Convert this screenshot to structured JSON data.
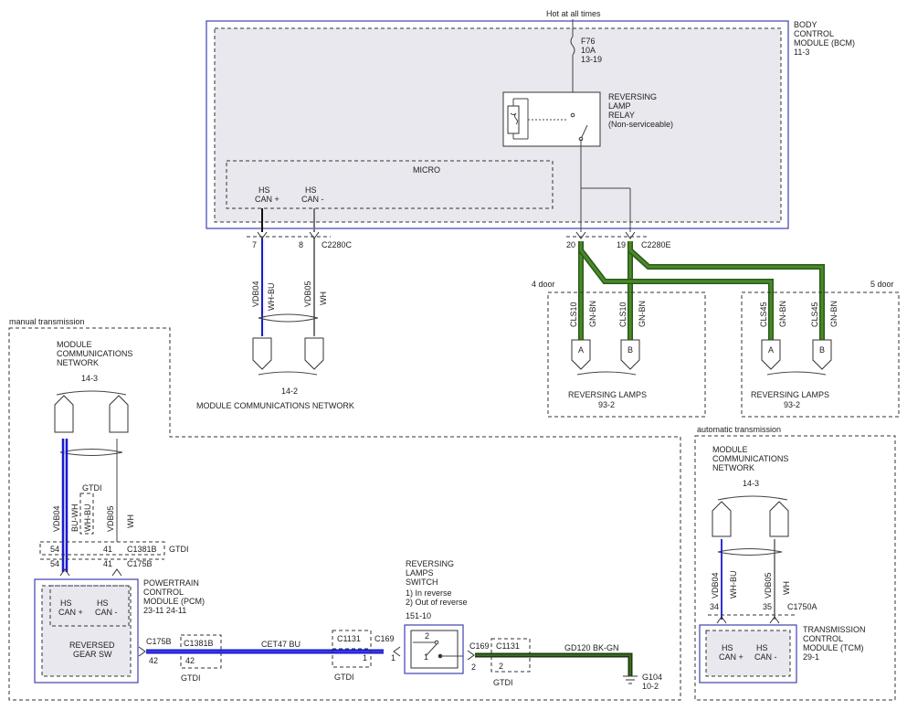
{
  "colors": {
    "module_border": "#4040b0",
    "module_fill": "#e8e8ee",
    "wire_blue": "#1a1ad0",
    "wire_green_dark": "#2a5a18",
    "wire_green": "#4a8a2a",
    "line": "#333333"
  },
  "bcm": {
    "hot_label": "Hot at all times",
    "title": [
      "BODY",
      "CONTROL",
      "MODULE (BCM)",
      "11-3"
    ],
    "fuse": [
      "F76",
      "10A",
      "13-19"
    ],
    "relay": [
      "REVERSING",
      "LAMP",
      "RELAY",
      "(Non-serviceable)"
    ],
    "micro": "MICRO",
    "can_high": [
      "HS",
      "CAN +"
    ],
    "can_low": [
      "HS",
      "CAN -"
    ]
  },
  "bcm_can": {
    "pin7": "7",
    "pin8": "8",
    "connector": "C2280C",
    "wire1_code": "VDB04",
    "wire1_color": "WH-BU",
    "wire2_code": "VDB05",
    "wire2_color": "WH",
    "ref": "14-2",
    "label": "MODULE COMMUNICATIONS NETWORK"
  },
  "bcm_lamp": {
    "pin20": "20",
    "pin19": "19",
    "connector": "C2280E"
  },
  "four_door": {
    "title": "4 door",
    "wire1_code": "CLS10",
    "wire1_color": "GN-BN",
    "wire2_code": "CLS10",
    "wire2_color": "GN-BN",
    "conn_a": "A",
    "conn_b": "B",
    "label": "REVERSING LAMPS",
    "ref": "93-2"
  },
  "five_door": {
    "title": "5 door",
    "wire1_code": "CLS45",
    "wire1_color": "GN-BN",
    "wire2_code": "CLS45",
    "wire2_color": "GN-BN",
    "conn_a": "A",
    "conn_b": "B",
    "label": "REVERSING LAMPS",
    "ref": "93-2"
  },
  "manual": {
    "title": "manual transmission",
    "network": [
      "MODULE",
      "COMMUNICATIONS",
      "NETWORK"
    ],
    "network_ref": "14-3",
    "gtdi": "GTDI",
    "wire1_code": "VDB04",
    "wire1_color": "BU-WH",
    "wire2_color": "WH-BU",
    "wire3_code": "VDB05",
    "wire3_color": "WH",
    "pin54a": "54",
    "pin41a": "41",
    "c1381b": "C1381B",
    "pin54b": "54",
    "pin41b": "41",
    "c175b": "C175B",
    "pcm": [
      "POWERTRAIN",
      "CONTROL",
      "MODULE (PCM)",
      "23-11   24-11"
    ],
    "can_high": [
      "HS",
      "CAN +"
    ],
    "can_low": [
      "HS",
      "CAN -"
    ],
    "gear_sw": [
      "REVERSED",
      "GEAR SW"
    ],
    "c175b_2": "C175B",
    "pin42a": "42",
    "c1381b_2": "C1381B",
    "pin42b": "42",
    "gtdi_2": "GTDI",
    "cet_wire": "CET47  BU",
    "c1131": "C1131",
    "pin1a": "1",
    "gtdi_3": "GTDI",
    "c169": "C169",
    "pin1b": "1"
  },
  "switch": {
    "title": [
      "REVERSING",
      "LAMPS",
      "SWITCH"
    ],
    "notes": [
      "1) In reverse",
      "2) Out of reverse"
    ],
    "ref": "151-10",
    "pos2": "2",
    "pos1": "1",
    "c169": "C169",
    "pin2a": "2",
    "c1131": "C1131",
    "pin2b": "2",
    "gtdi": "GTDI",
    "gd_wire": "GD120   BK-GN",
    "ground": "G104",
    "ground_ref": "10-2"
  },
  "auto": {
    "title": "automatic transmission",
    "network": [
      "MODULE",
      "COMMUNICATIONS",
      "NETWORK"
    ],
    "network_ref": "14-3",
    "wire1_code": "VDB04",
    "wire1_color": "WH-BU",
    "wire2_code": "VDB05",
    "wire2_color": "WH",
    "pin34": "34",
    "pin35": "35",
    "connector": "C1750A",
    "can_high": [
      "HS",
      "CAN +"
    ],
    "can_low": [
      "HS",
      "CAN -"
    ],
    "tcm": [
      "TRANSMISSION",
      "CONTROL",
      "MODULE (TCM)",
      "29-1"
    ]
  }
}
